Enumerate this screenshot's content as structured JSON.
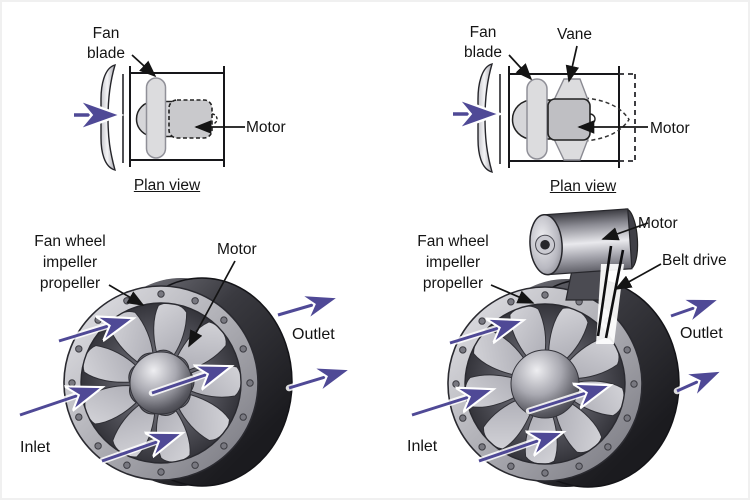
{
  "panels": {
    "plan_left": {
      "fan_blade": [
        "Fan",
        "blade"
      ],
      "motor": "Motor",
      "caption": "Plan view"
    },
    "plan_right": {
      "fan_blade": [
        "Fan",
        "blade"
      ],
      "vane": "Vane",
      "motor": "Motor",
      "caption": "Plan view"
    },
    "fan_left": {
      "wheel": [
        "Fan wheel",
        "impeller",
        "propeller"
      ],
      "motor": "Motor",
      "outlet": "Outlet",
      "inlet": "Inlet"
    },
    "fan_right": {
      "wheel": [
        "Fan wheel",
        "impeller",
        "propeller"
      ],
      "motor": "Motor",
      "belt": "Belt drive",
      "outlet": "Outlet",
      "inlet": "Inlet"
    }
  },
  "colors": {
    "flow_arrow": "#4f4996",
    "leader_arrow": "#141414",
    "ring_metal": "#b4b4ba",
    "casing_dark": "#2a2a30",
    "text": "#141414",
    "background": "#ffffff"
  }
}
